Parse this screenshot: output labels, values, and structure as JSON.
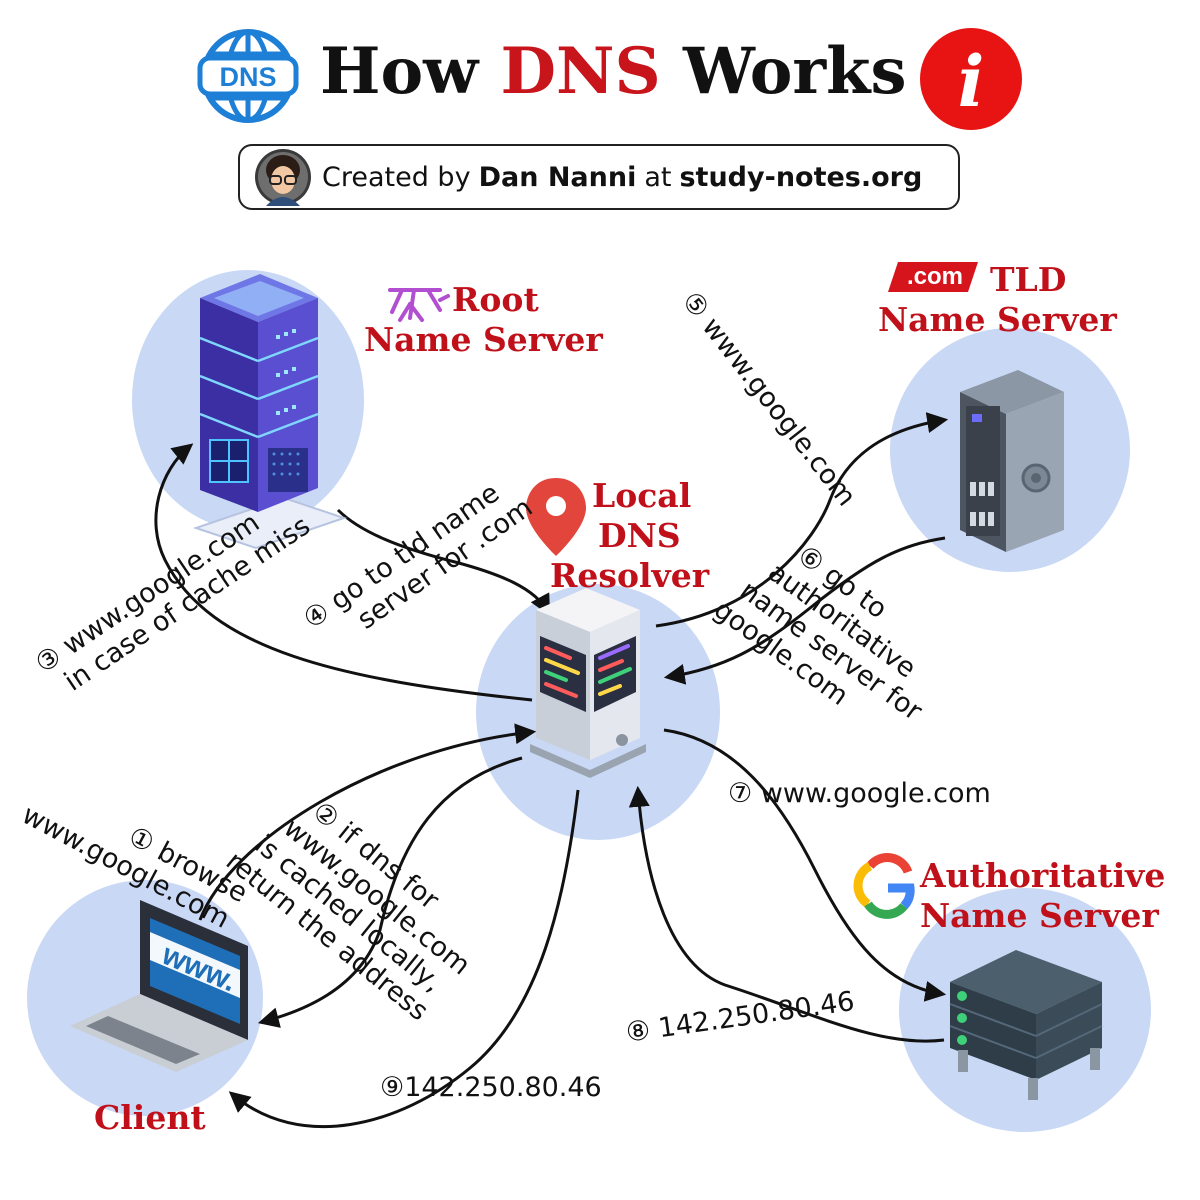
{
  "title": {
    "prefix": "How ",
    "accent": "DNS",
    "suffix": " Works"
  },
  "dns_badge": "DNS",
  "info_badge": "i",
  "credit": {
    "prefix": "Created by ",
    "author": "Dan Nanni",
    "middle": " at ",
    "site": "study-notes.org"
  },
  "nodes": {
    "root": {
      "line1": "Root",
      "line2": "Name Server"
    },
    "tld": {
      "badge": ".com",
      "line1": "TLD",
      "line2": "Name Server"
    },
    "resolver": {
      "line1": "Local",
      "line2": "DNS",
      "line3": "Resolver"
    },
    "authoritative": {
      "line1": "Authoritative",
      "line2": "Name Server"
    },
    "client": {
      "label": "Client",
      "screen": "www."
    }
  },
  "steps": {
    "s1": {
      "line1": "① browse",
      "line2": "www.google.com"
    },
    "s2": {
      "line1": "② if dns for",
      "line2": "www.google.com",
      "line3": "is cached locally,",
      "line4": "return the address"
    },
    "s3": {
      "line1": "③ www.google.com",
      "line2": "in case of cache miss"
    },
    "s4": {
      "line1": "④ go to tld name",
      "line2": "server for .com"
    },
    "s5": {
      "line1": "⑤ www.google.com"
    },
    "s6": {
      "line1": "⑥ go to",
      "line2": "authoritative",
      "line3": "name server for",
      "line4": "google.com"
    },
    "s7": {
      "line1": "⑦ www.google.com"
    },
    "s8": {
      "line1": "⑧ 142.250.80.46"
    },
    "s9": {
      "line1": "⑨142.250.80.46"
    }
  },
  "colors": {
    "accent_red": "#c8141b",
    "label_red": "#c0101a",
    "dns_blue": "#1e7fd6",
    "bubble": "#c9d8f5",
    "arrow": "#111111"
  }
}
